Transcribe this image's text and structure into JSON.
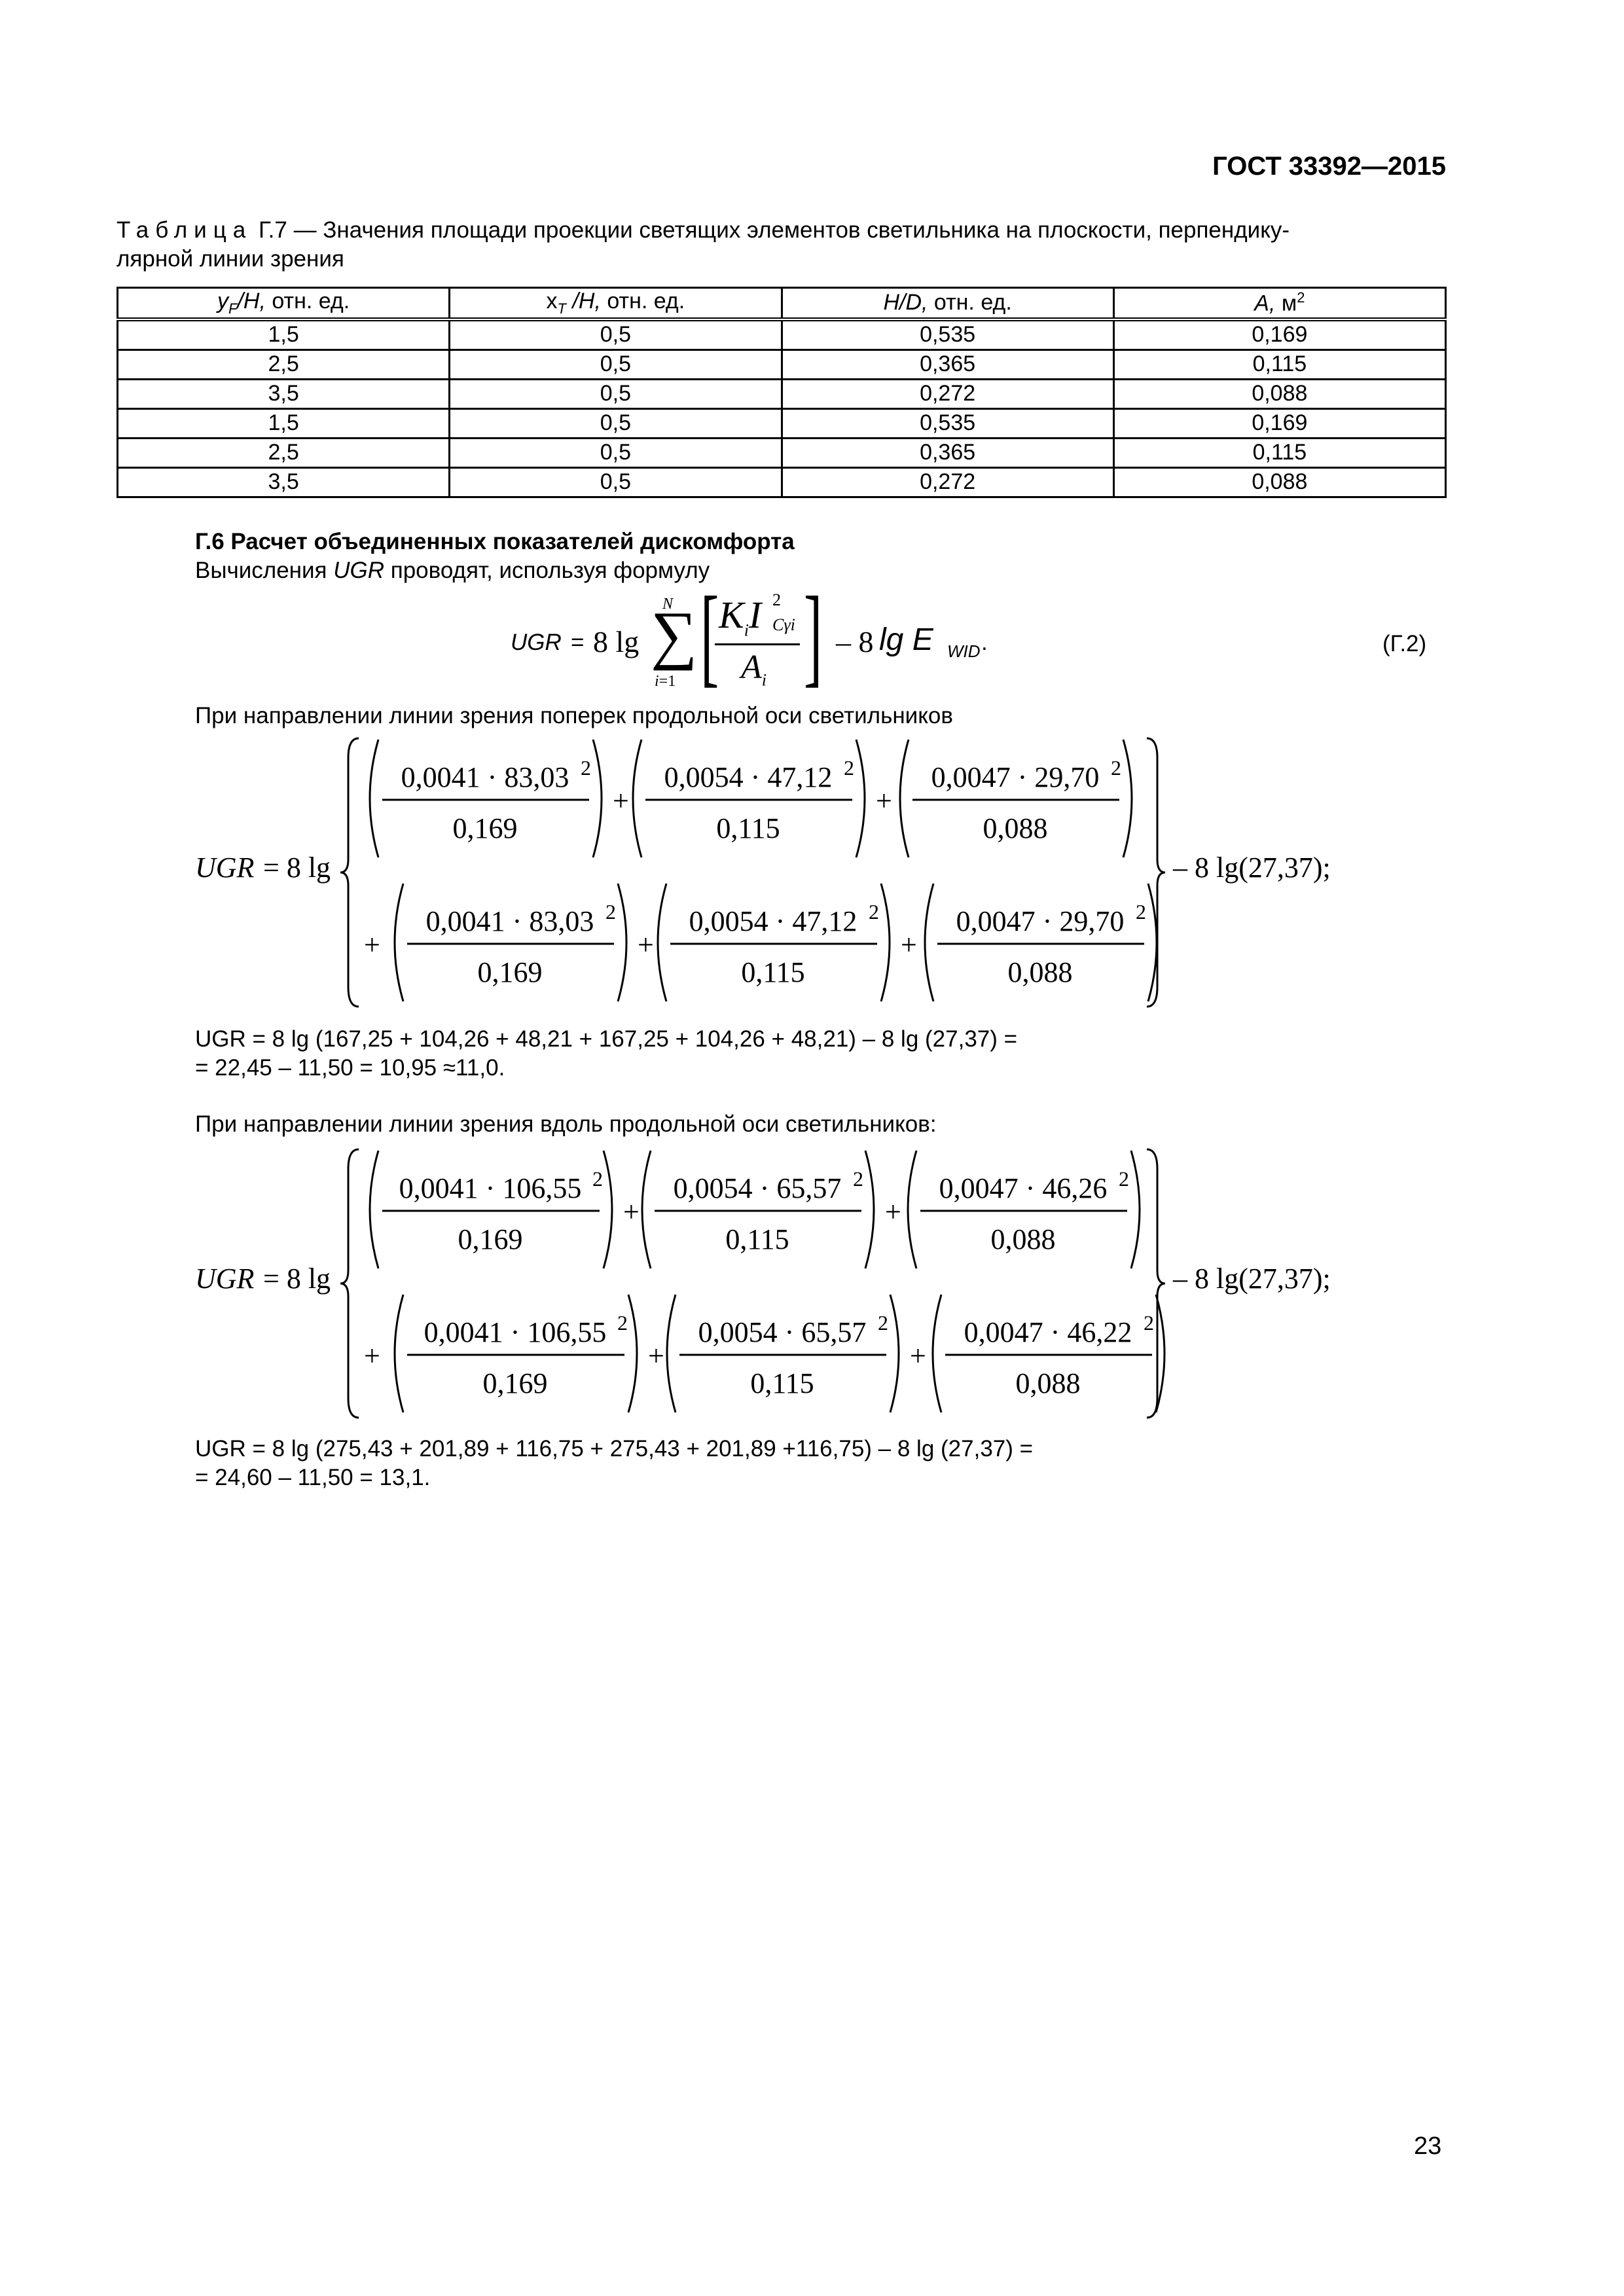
{
  "header": {
    "doc_id": "ГОСТ 33392—2015"
  },
  "table": {
    "caption_word": "Таблица",
    "caption_rest": "Г.7 — Значения площади проекции светящих элементов светильника на плоскости, перпендику-",
    "caption_line2": "лярной линии зрения",
    "columns": [
      "yF/H, отн. ед.",
      "xT /H, отн. ед.",
      "H/D, отн. ед.",
      "A, м2"
    ],
    "rows": [
      [
        "1,5",
        "0,5",
        "0,535",
        "0,169"
      ],
      [
        "2,5",
        "0,5",
        "0,365",
        "0,115"
      ],
      [
        "3,5",
        "0,5",
        "0,272",
        "0,088"
      ],
      [
        "1,5",
        "0,5",
        "0,535",
        "0,169"
      ],
      [
        "2,5",
        "0,5",
        "0,365",
        "0,115"
      ],
      [
        "3,5",
        "0,5",
        "0,272",
        "0,088"
      ]
    ]
  },
  "section": {
    "heading": "Г.6 Расчет объединенных показателей дискомфорта",
    "intro": "Вычисления UGR проводят, используя формулу",
    "formula_number": "(Г.2)",
    "across_text": "При направлении линии зрения поперек продольной оси светильников",
    "across_result_1": "UGR = 8 lg (167,25 + 104,26 + 48,21 + 167,25 + 104,26 + 48,21) – 8 lg (27,37) =",
    "across_result_2": "= 22,45 – 11,50 = 10,95 ≈11,0.",
    "along_text": "При направлении линии зрения вдоль продольной оси светильников:",
    "along_result_1": "UGR = 8 lg (275,43 + 201,89 + 116,75 + 275,43 + 201,89 +116,75) – 8 lg (27,37) =",
    "along_result_2": "= 24,60 – 11,50 = 13,1."
  },
  "formula_across": {
    "lhs": "UGR",
    "prefix": "= 8 lg",
    "suffix": "– 8 lg(27,37);",
    "top": [
      {
        "num": "0,0041 · 83,03",
        "den": "0,169"
      },
      {
        "num": "0,0054 · 47,12",
        "den": "0,115"
      },
      {
        "num": "0,0047 · 29,70",
        "den": "0,088"
      }
    ],
    "bottom": [
      {
        "num": "0,0041 · 83,03",
        "den": "0,169"
      },
      {
        "num": "0,0054 · 47,12",
        "den": "0,115"
      },
      {
        "num": "0,0047 · 29,70",
        "den": "0,088"
      }
    ]
  },
  "formula_along": {
    "lhs": "UGR",
    "prefix": "= 8 lg",
    "suffix": "– 8 lg(27,37);",
    "top": [
      {
        "num": "0,0041 · 106,55",
        "den": "0,169"
      },
      {
        "num": "0,0054 · 65,57",
        "den": "0,115"
      },
      {
        "num": "0,0047 · 46,26",
        "den": "0,088"
      }
    ],
    "bottom": [
      {
        "num": "0,0041 · 106,55",
        "den": "0,169"
      },
      {
        "num": "0,0054 · 65,57",
        "den": "0,115"
      },
      {
        "num": "0,0047 · 46,22",
        "den": "0,088"
      }
    ]
  },
  "footer": {
    "page_number": "23"
  }
}
